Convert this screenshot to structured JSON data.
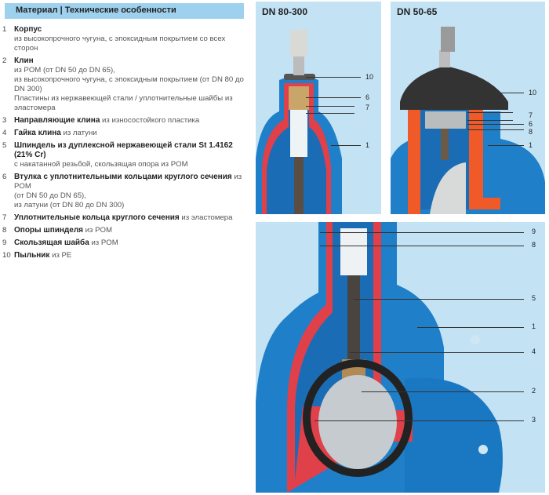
{
  "header": {
    "title": "Материал | Технические особенности"
  },
  "items": [
    {
      "num": "1",
      "bold": "Корпус",
      "rest": "",
      "lines": [
        "из высокопрочного чугуна, с эпоксидным покрытием со всех сторон"
      ]
    },
    {
      "num": "2",
      "bold": "Клин",
      "rest": "",
      "lines": [
        "из POM (от DN 50 до DN 65),",
        "из высокопрочного чугуна, с эпоксидным покрытием (от DN 80 до DN 300)",
        "Пластины из нержавеющей стали / уплотнительные шайбы из эластомера"
      ]
    },
    {
      "num": "3",
      "bold": "Направляющие клина",
      "rest": " из износостойкого пластика",
      "lines": []
    },
    {
      "num": "4",
      "bold": "Гайка клина",
      "rest": " из латуни",
      "lines": []
    },
    {
      "num": "5",
      "bold": "Шпиндель из дуплексной нержавеющей стали St 1.4162 (21% Cr)",
      "rest": "",
      "lines": [
        "с накатанной резьбой, скользящая опора из POM"
      ]
    },
    {
      "num": "6",
      "bold": "Втулка с уплотнительными кольцами круглого сечения",
      "rest": " из POM",
      "lines": [
        "(от DN 50 до DN 65),",
        "из латуни (от DN 80 до DN 300)"
      ]
    },
    {
      "num": "7",
      "bold": "Уплотнительные кольца круглого сечения",
      "rest": " из эластомера",
      "lines": []
    },
    {
      "num": "8",
      "bold": "Опоры шпинделя",
      "rest": " из POM",
      "lines": []
    },
    {
      "num": "9",
      "bold": "Скользящая шайба",
      "rest": " из POM",
      "lines": []
    },
    {
      "num": "10",
      "bold": "Пыльник",
      "rest": " из PE",
      "lines": []
    }
  ],
  "panels": {
    "dn80": {
      "title": "DN 80-300",
      "labels": [
        "10",
        "6",
        "7",
        "1"
      ]
    },
    "dn50": {
      "title": "DN 50-65",
      "labels": [
        "10",
        "7",
        "6",
        "8",
        "1"
      ]
    },
    "main": {
      "labels": [
        "9",
        "8",
        "5",
        "1",
        "4",
        "2",
        "3"
      ]
    }
  },
  "colors": {
    "header_bg": "#9ed1ee",
    "panel_bg": "#c3e2f4",
    "body_blue": "#1f7fc8",
    "cut_red": "#e0404a",
    "cut_orange": "#f05a28"
  }
}
